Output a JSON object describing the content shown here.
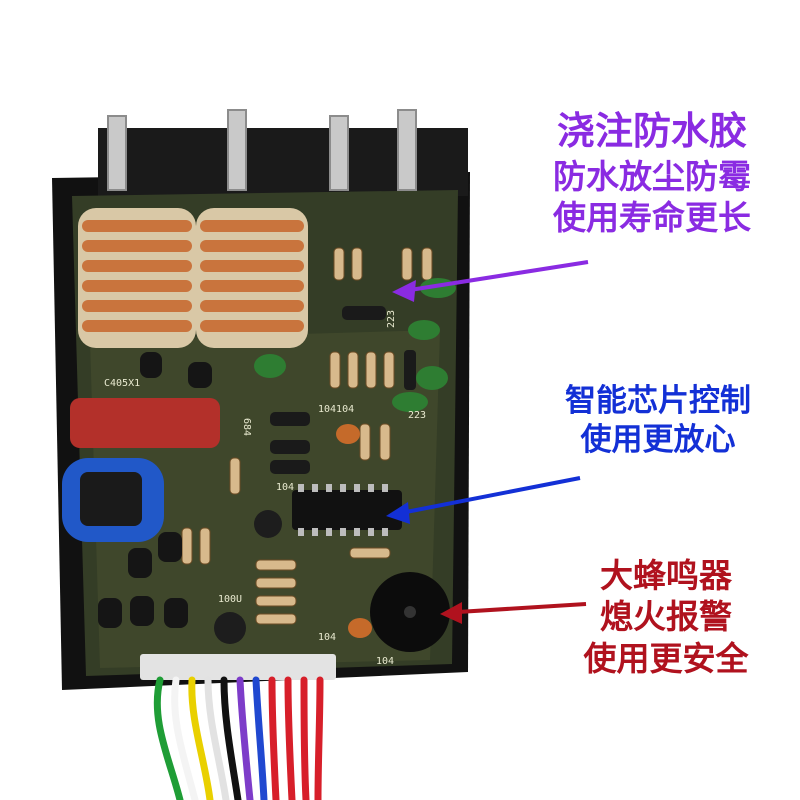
{
  "callouts": {
    "waterproof": {
      "title": "浇注防水胶",
      "line1": "防水放尘防霉",
      "line2": "使用寿命更长",
      "color": "#8a2be2"
    },
    "chip": {
      "line1": "智能芯片控制",
      "line2": "使用更放心",
      "color": "#1330d6"
    },
    "buzzer": {
      "line1": "大蜂鸣器",
      "line2": "熄火报警",
      "line3": "使用更安全",
      "color": "#b0121e"
    }
  },
  "board_markings": {
    "m1": "C405X1",
    "m2": "104104",
    "m3": "223",
    "m4": "684",
    "m5": "104",
    "m6": "100U",
    "m7": "223",
    "m8": "104",
    "m9": "104"
  },
  "colors": {
    "pcb": "#2f3a24",
    "housing": "#141414",
    "coil": "#c9743d",
    "capacitor_red": "#b3302a",
    "capacitor_blue": "#2158c8"
  }
}
